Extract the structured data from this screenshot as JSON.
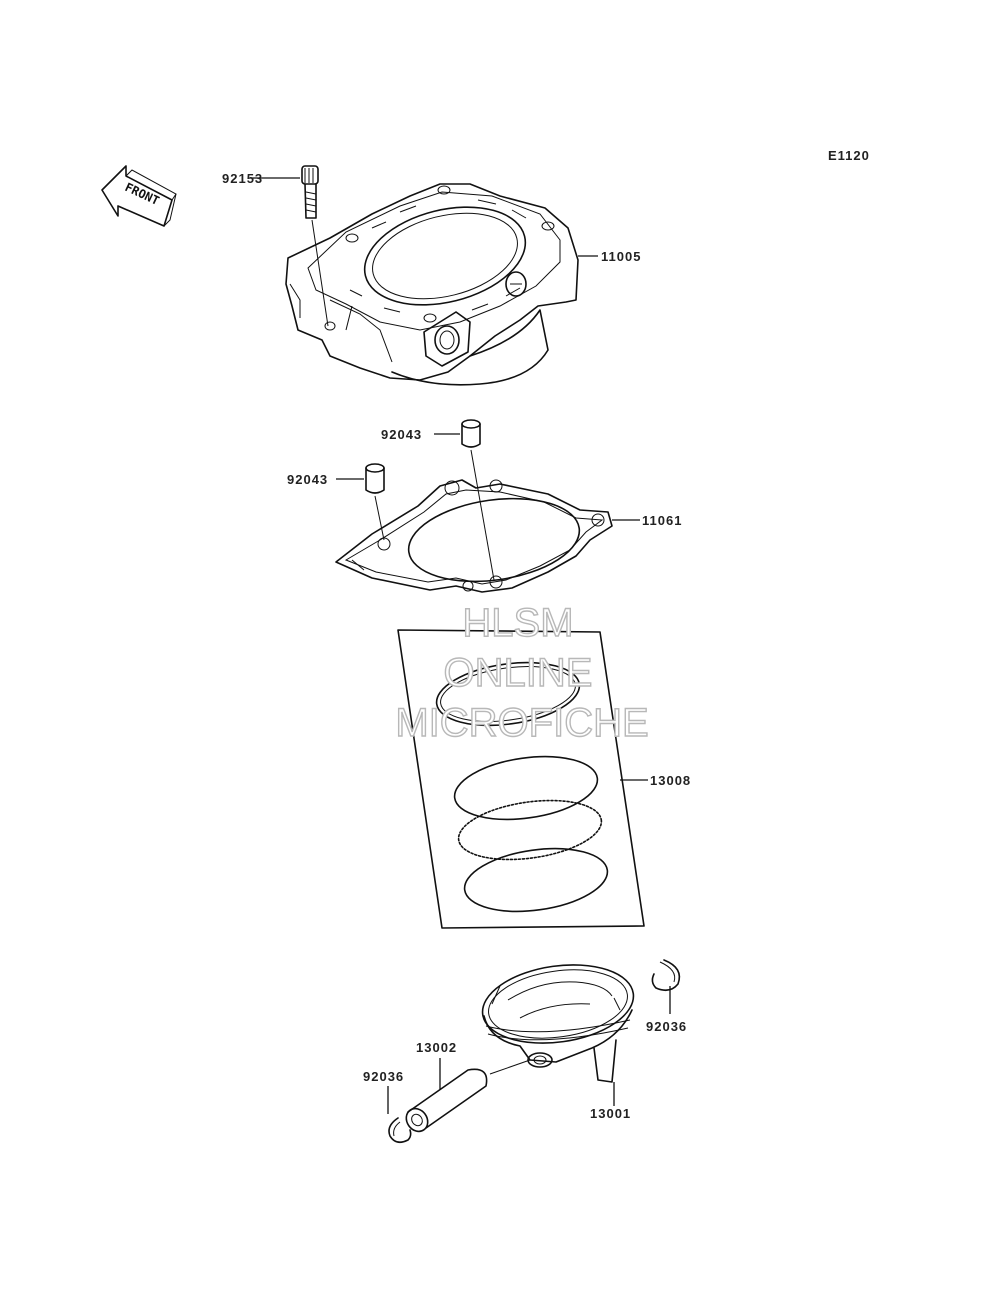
{
  "diagram_code": "E1120",
  "front_label": "FRONT",
  "watermark": {
    "line1": "HLSM",
    "line2": "ONLINE",
    "line3": "MICROFICHE"
  },
  "parts": [
    {
      "number": "92153"
    },
    {
      "number": "11005"
    },
    {
      "number": "92043"
    },
    {
      "number": "92043"
    },
    {
      "number": "11061"
    },
    {
      "number": "13008"
    },
    {
      "number": "92036"
    },
    {
      "number": "13002"
    },
    {
      "number": "92036"
    },
    {
      "number": "13001"
    }
  ]
}
